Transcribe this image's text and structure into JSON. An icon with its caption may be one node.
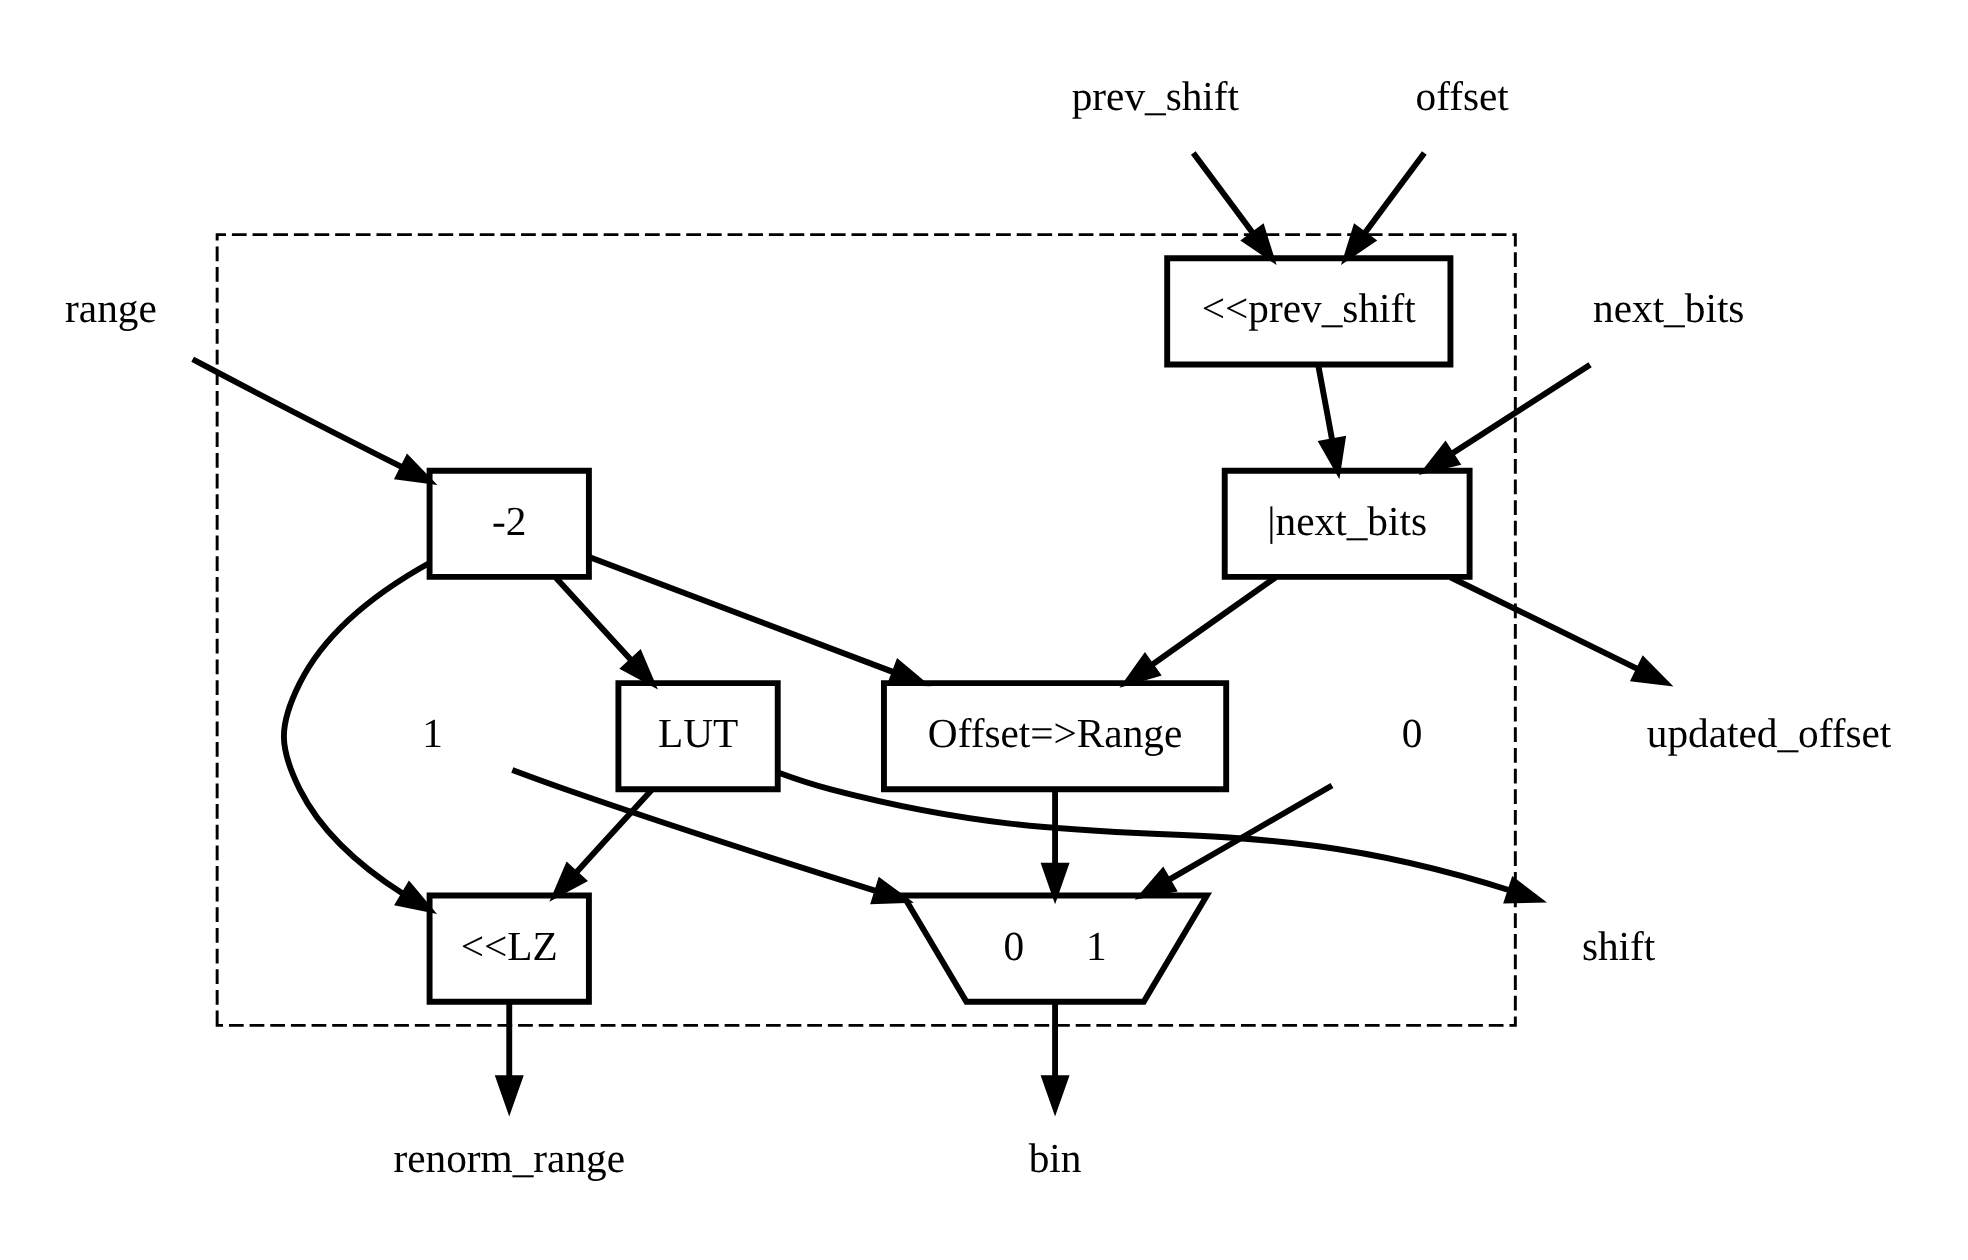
{
  "diagram": {
    "nodes": [
      {
        "text": [],
        "shape": "box"
      },
      {
        "text": [
          "prev_shift"
        ]
      },
      {
        "text": [
          "offset"
        ]
      },
      {
        "text": [
          "range"
        ]
      },
      {
        "text": [
          "next_bits"
        ]
      },
      {
        "text": [
          "<<prev_shift"
        ],
        "in": 0
      },
      {
        "text": [
          "-2"
        ],
        "in": 0
      },
      {
        "text": [
          "|next_bits"
        ],
        "in": 0
      },
      {
        "text": [
          "LUT"
        ],
        "in": 0
      },
      {
        "text": [
          "0"
        ],
        "in": 0
      },
      {
        "text": [
          "1"
        ],
        "in": 0
      },
      {
        "text": [
          "Offset=>Range"
        ],
        "in": 0
      },
      {
        "text": [
          "<<LZ"
        ],
        "in": 0
      },
      {
        "text": [
          "0",
          "1"
        ],
        "in": 0
      },
      {
        "text": [
          "updated_offset"
        ]
      },
      {
        "text": [
          "bin"
        ]
      },
      {
        "text": [
          "shift"
        ]
      },
      {
        "text": [
          "renorm_range"
        ]
      }
    ],
    "edges": [
      {
        "from": 1,
        "to": 5,
        "arrow": "to"
      },
      {
        "from": 2,
        "to": 5,
        "arrow": "to"
      },
      {
        "from": 3,
        "to": 6,
        "arrow": "to"
      },
      {
        "from": 5,
        "to": 7,
        "arrow": "to"
      },
      {
        "from": 4,
        "to": 7,
        "arrow": "to"
      },
      {
        "from": 6,
        "to": 11,
        "arrow": "to"
      },
      {
        "from": 6,
        "to": 8,
        "arrow": "to"
      },
      {
        "from": 6,
        "to": 12,
        "arrow": "to"
      },
      {
        "from": 7,
        "to": 14,
        "arrow": "to"
      },
      {
        "from": 7,
        "to": 11,
        "arrow": "to"
      },
      {
        "from": 9,
        "to": 13,
        "arrow": "to"
      },
      {
        "from": 10,
        "to": 13,
        "arrow": "to"
      },
      {
        "from": 11,
        "to": 13,
        "arrow": "to"
      },
      {
        "from": 13,
        "to": 15,
        "arrow": "to"
      },
      {
        "from": 8,
        "to": 16,
        "arrow": "to"
      },
      {
        "from": 8,
        "to": 12,
        "arrow": "to"
      },
      {
        "from": 12,
        "to": 17,
        "arrow": "to"
      }
    ]
  }
}
